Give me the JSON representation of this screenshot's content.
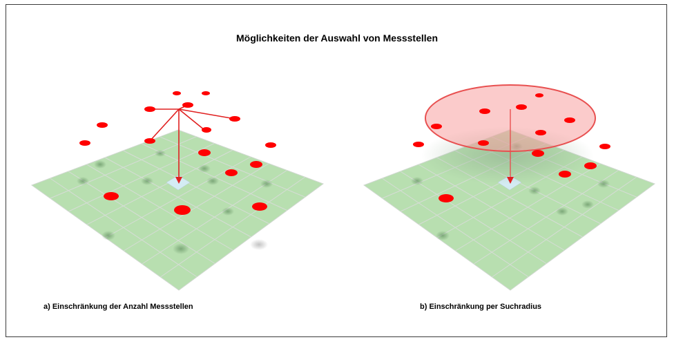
{
  "title": "Möglichkeiten der Auswahl von Messstellen",
  "panels": [
    {
      "caption": "a) Einschränkung der Anzahl Messstellen"
    },
    {
      "caption": "b) Einschränkung per Suchradius"
    }
  ],
  "colors": {
    "grid_fill": "#b8dfb0",
    "grid_line": "#d8d8d8",
    "target_cell": "#cfe8f2",
    "station": "#ff0000",
    "arrow": "#e02020",
    "radius_fill": "#f7a0a0",
    "radius_stroke": "#e85050"
  }
}
